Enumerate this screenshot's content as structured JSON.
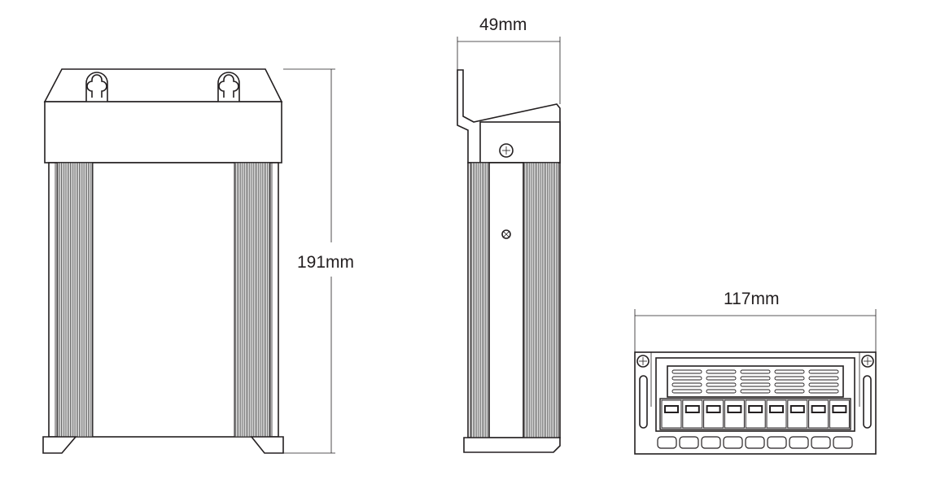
{
  "dimensions": {
    "height_label": "191mm",
    "depth_label": "49mm",
    "width_label": "117mm"
  },
  "views": {
    "front": {
      "mount_slots": 2,
      "fin_groups": 2
    },
    "side": {
      "screws": 2
    },
    "bottom": {
      "terminals": 9,
      "vent_slots_per_row": 5,
      "vent_rows": 4
    }
  },
  "colors": {
    "line": "#231f20",
    "fin": "#3a3a3a",
    "background": "#ffffff"
  }
}
